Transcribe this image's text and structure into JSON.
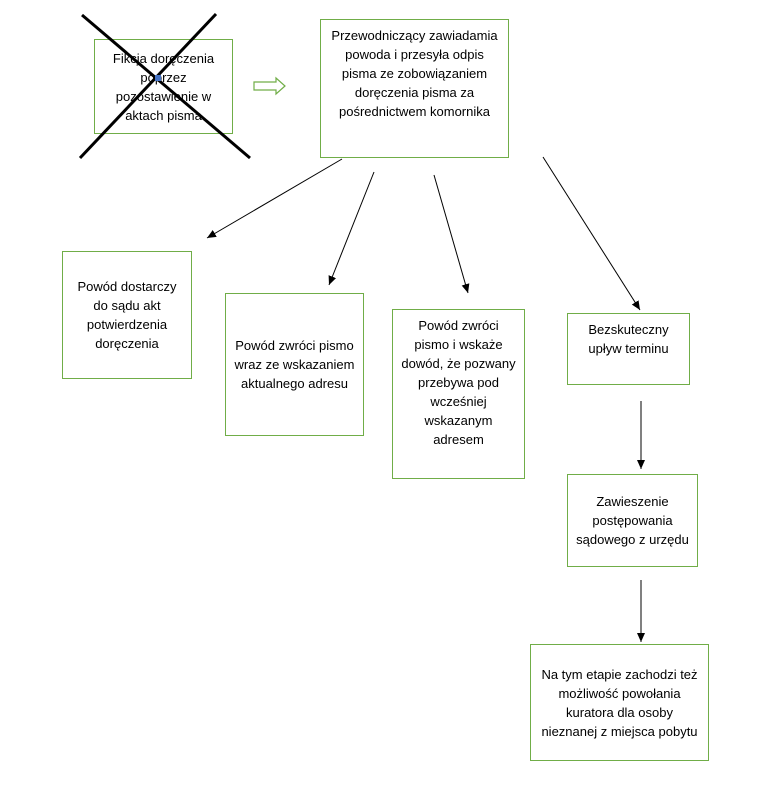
{
  "colors": {
    "box_border": "#70ad47",
    "text": "#000000",
    "arrow": "#000000",
    "cross": "#000000",
    "hollow_arrow": "#70ad47",
    "cross_marker": "#4472c4"
  },
  "nodes": {
    "fiction": "Fikcja doręczenia poprzez pozostawienie w aktach pisma",
    "chairman": "Przewodniczący zawiadamia powoda i przesyła odpis pisma ze zobowiązaniem doręczenia pisma za pośrednictwem komornika",
    "delivery_proof": "Powód dostarczy do sądu akt potwierdzenia doręczenia",
    "new_address": "Powód zwróci pismo wraz ze wskazaniem aktualnego adresu",
    "prior_address": "Powód zwróci pismo i wskaże dowód, że pozwany przebywa pod wcześniej wskazanym adresem",
    "deadline_lapsed": "Bezskuteczny upływ terminu",
    "suspension": "Zawieszenie postępowania sądowego z urzędu",
    "curator": "Na tym etapie zachodzi też możliwość powołania kuratora dla osoby nieznanej z miejsca pobytu"
  },
  "edges": [
    {
      "from": "chairman",
      "to": "delivery_proof"
    },
    {
      "from": "chairman",
      "to": "new_address"
    },
    {
      "from": "chairman",
      "to": "prior_address"
    },
    {
      "from": "chairman",
      "to": "deadline_lapsed"
    },
    {
      "from": "deadline_lapsed",
      "to": "suspension"
    },
    {
      "from": "suspension",
      "to": "curator"
    }
  ],
  "icons": {
    "cross_out": "x-cross-icon",
    "transition_arrow": "hollow-right-arrow-icon"
  }
}
